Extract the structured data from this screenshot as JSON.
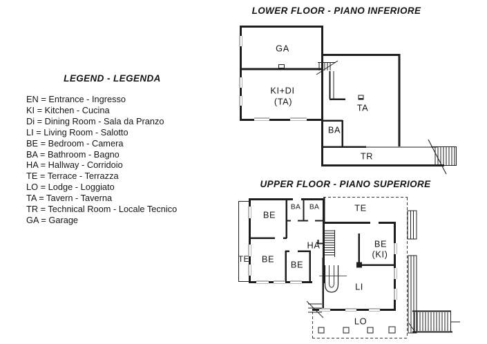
{
  "legend": {
    "title": "LEGEND - LEGENDA",
    "items": [
      "EN = Entrance - Ingresso",
      "KI = Kitchen - Cucina",
      "Di = Dining Room - Sala da Pranzo",
      "LI = Living Room - Salotto",
      "BE = Bedroom - Camera",
      "BA = Bathroom - Bagno",
      "HA = Hallway - Corridoio",
      "TE = Terrace - Terrazza",
      "LO = Lodge - Loggiato",
      "TA = Tavern - Taverna",
      "TR = Technical Room - Locale Tecnico",
      "GA = Garage"
    ]
  },
  "lower_floor": {
    "title": "LOWER FLOOR - PIANO INFERIORE",
    "rooms": {
      "ga": "GA",
      "kidi_line1": "KI+DI",
      "kidi_line2": "(TA)",
      "ta": "TA",
      "ba": "BA",
      "tr": "TR"
    }
  },
  "upper_floor": {
    "title": "UPPER FLOOR - PIANO SUPERIORE",
    "rooms": {
      "te_left": "TE",
      "be_top": "BE",
      "ba_1": "BA",
      "ba_2": "BA",
      "te_top": "TE",
      "be_mid": "BE",
      "be_center": "BE",
      "ha": "HA",
      "beki_line1": "BE",
      "beki_line2": "(KI)",
      "li": "LI",
      "lo": "LO"
    }
  },
  "colors": {
    "wall": "#1e1e1e",
    "thin_line": "#555555",
    "background": "#ffffff"
  }
}
